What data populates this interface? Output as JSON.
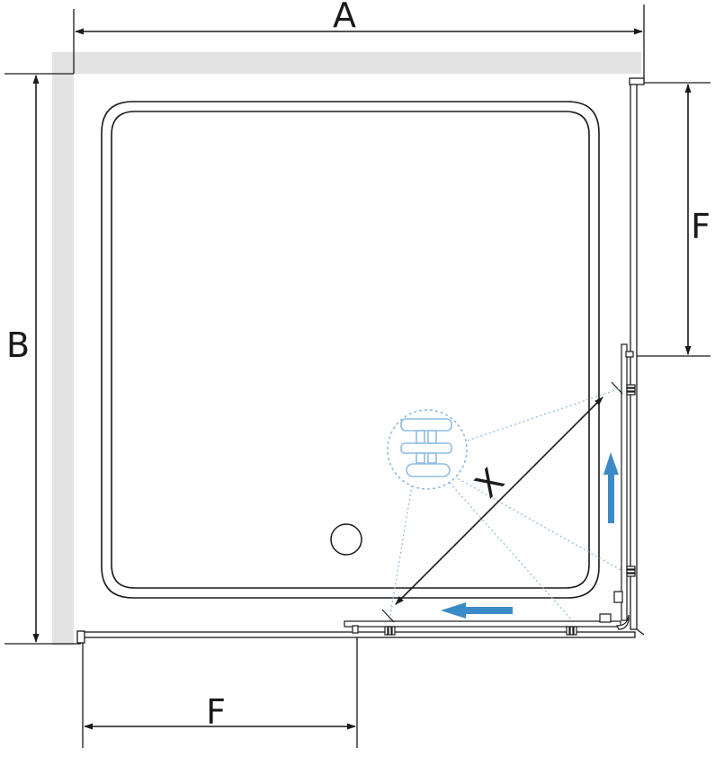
{
  "labels": {
    "width": "A",
    "depth": "B",
    "door_top": "F",
    "door_bottom": "F",
    "diagonal": "X"
  },
  "colors": {
    "line": "#1a1a1a",
    "wall": "#e3e3e3",
    "accent": "#3b8bc8",
    "detail": "#8fbde3"
  },
  "icons": {
    "slide_up": "arrow-up-icon",
    "slide_left": "arrow-left-icon",
    "roller_detail": "roller-detail-icon",
    "drain": "drain-icon"
  }
}
